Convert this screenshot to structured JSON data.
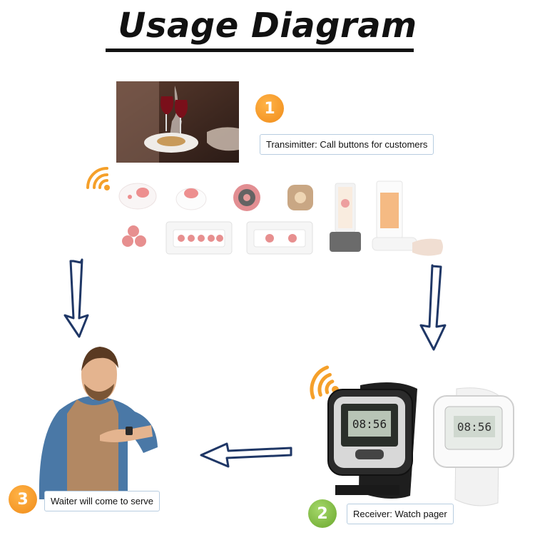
{
  "title": "Usage Diagram",
  "steps": [
    {
      "number": "1",
      "caption": "Transimitter: Call buttons for customers",
      "color": "#f5a02a"
    },
    {
      "number": "2",
      "caption": "Receiver: Watch pager",
      "color": "#7cb93a"
    },
    {
      "number": "3",
      "caption": "Waiter will come to serve",
      "color": "#f5a02a"
    }
  ],
  "watches": [
    {
      "time": "08:56",
      "color": "#1a1a1a"
    },
    {
      "time": "08:56",
      "color": "#f2f2f2"
    }
  ],
  "accent": "#f5a02a",
  "arrow_color": "#1f3766"
}
